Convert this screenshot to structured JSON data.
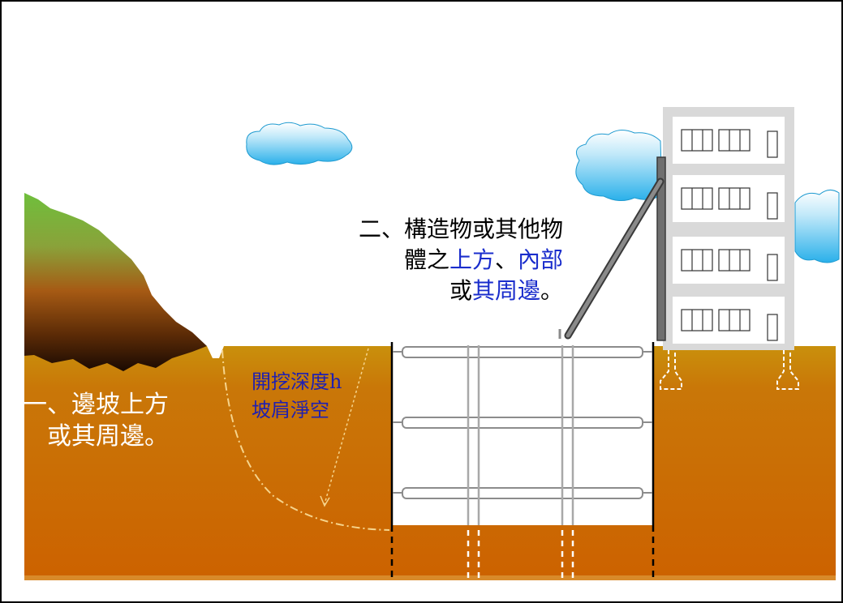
{
  "labels": {
    "slope": {
      "line1": "一、邊坡上方",
      "line2": "或其周邊。"
    },
    "depth": {
      "line1": "開挖深度h",
      "line2": "坡肩淨空"
    },
    "structure": {
      "line1": "二、構造物或其他物",
      "line2_a": "體之",
      "line2_b": "上方",
      "line2_c": "、",
      "line2_d": "內部",
      "line3_a": "或",
      "line3_b": "其周邊",
      "line3_c": "。"
    }
  },
  "colors": {
    "ground": "#cc6a08",
    "ground_top": "#c9900c",
    "pit": "#ffffff",
    "label_blue": "#1a2dcc",
    "depth_blue": "#2020b0",
    "cloud": "#5bc6f0",
    "building": "#d9d9d9"
  }
}
